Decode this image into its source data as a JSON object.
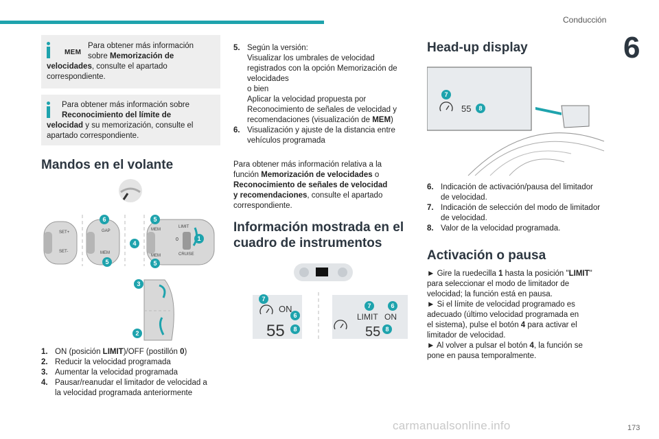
{
  "header": {
    "section": "Conducción",
    "chapter": "6"
  },
  "footer": {
    "page": "173",
    "watermark": "carmanualsonline.info"
  },
  "colors": {
    "accent": "#1ea3ad",
    "heading": "#2c3640",
    "box_bg": "#eeeeee",
    "diagram_bg": "#e6e9ec"
  },
  "info_boxes": [
    {
      "icon": "info-icon",
      "tag": "MEM",
      "line1": "Para obtener más información",
      "line2a": "sobre ",
      "line2b": "Memorización de",
      "line3a": "velocidades",
      "line3b": ", consulte el apartado",
      "line4": "correspondiente."
    },
    {
      "icon": "info-icon",
      "line1": "Para obtener más información sobre",
      "line2": "Reconocimiento del límite de",
      "line3a": "velocidad",
      "line3b": " y su memorización, consulte el",
      "line4": "apartado correspondiente."
    }
  ],
  "sections": {
    "mandos": {
      "title": "Mandos en el volante",
      "items": [
        {
          "n": "1.",
          "a": "ON (posición ",
          "b": "LIMIT",
          "c": ")/OFF (postillón ",
          "d": "0",
          "e": ")"
        },
        {
          "n": "2.",
          "text": "Reducir la velocidad programada"
        },
        {
          "n": "3.",
          "text": "Aumentar la velocidad programada"
        },
        {
          "n": "4.",
          "l1": "Pausar/reanudar el limitador de velocidad a",
          "l2": "la velocidad programada anteriormente"
        }
      ],
      "diagram_labels": {
        "set_plus": "SET+",
        "set_minus": "SET-",
        "gap": "GAP",
        "mem": "MEM",
        "limit": "LIMIT",
        "cruise": "CRUISE",
        "zero": "0",
        "callouts": [
          "1",
          "2",
          "3",
          "4",
          "5",
          "6"
        ]
      }
    },
    "mid": {
      "items": [
        {
          "n": "5.",
          "lines": [
            "Según la versión:",
            "Visualizar los umbrales de velocidad",
            "registrados con la opción Memorización de",
            "velocidades",
            "o bien",
            "Aplicar la velocidad propuesta por",
            "Reconocimiento de señales de velocidad y"
          ],
          "last_a": "recomendaciones (visualización de ",
          "last_b": "MEM",
          "last_c": ")"
        },
        {
          "n": "6.",
          "l1": "Visualización y ajuste de la distancia entre",
          "l2": "vehículos programada"
        }
      ],
      "para": {
        "l1": "Para obtener más información relativa a la",
        "l2a": "función ",
        "l2b": "Memorización de velocidades",
        "l2c": " o",
        "l3": "Reconocimiento de señales de velocidad",
        "l4a": "y recomendaciones",
        "l4b": ", consulte el apartado",
        "l5": "correspondiente."
      }
    },
    "info_cluster": {
      "title_l1": "Información mostrada en el",
      "title_l2": "cuadro de instrumentos",
      "display_left": {
        "on": "ON",
        "speed": "55"
      },
      "display_right": {
        "limit": "LIMIT",
        "on": "ON",
        "speed": "55"
      },
      "callouts": [
        "7",
        "6",
        "8"
      ]
    },
    "head_up": {
      "title": "Head-up display",
      "display": {
        "speed": "55"
      },
      "callouts": [
        "7",
        "8"
      ],
      "items": [
        {
          "n": "6.",
          "l1": "Indicación de activación/pausa del limitador",
          "l2": "de velocidad."
        },
        {
          "n": "7.",
          "l1": "Indicación de selección del modo de limitador",
          "l2": "de velocidad."
        },
        {
          "n": "8.",
          "text": "Valor de la velocidad programada."
        }
      ]
    },
    "activation": {
      "title": "Activación o pausa",
      "lines": [
        {
          "a": "► Gire la ruedecilla ",
          "b": "1",
          "c": " hasta la posición \"",
          "d": "LIMIT",
          "e": "\""
        },
        {
          "a": "para seleccionar el modo de limitador de"
        },
        {
          "a": "velocidad; la función está en pausa."
        },
        {
          "a": "► Si el límite de velocidad programado es"
        },
        {
          "a": "adecuado (último velocidad programada en"
        },
        {
          "a": "el sistema), pulse el botón ",
          "b": "4",
          "c": " para activar el"
        },
        {
          "a": "limitador de velocidad."
        },
        {
          "a": "► Al volver a pulsar el botón ",
          "b": "4",
          "c": ", la función se"
        },
        {
          "a": "pone en pausa temporalmente."
        }
      ]
    }
  }
}
